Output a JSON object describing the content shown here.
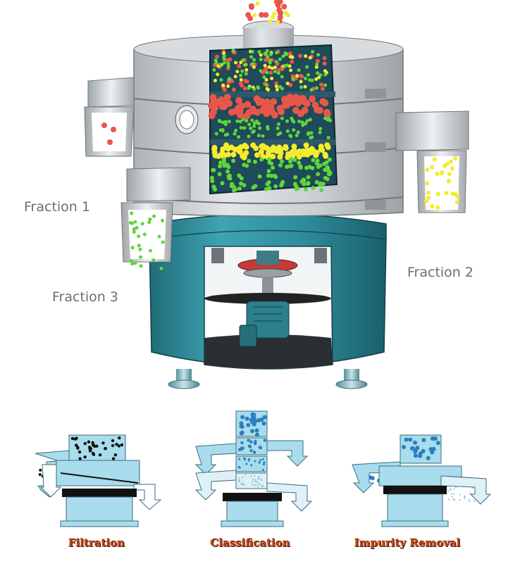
{
  "labels": {
    "fraction_1": "Fraction 1",
    "fraction_2": "Fraction 2",
    "fraction_3": "Fraction 3"
  },
  "captions": {
    "filtration": "Filtration",
    "classification": "Classification",
    "impurity_removal": "Impurity Removal"
  },
  "colors": {
    "steel": "#c9cdd0",
    "steel_dark": "#8f9599",
    "base_teal": "#2e8c9c",
    "base_teal_dark": "#1f6c78",
    "chamber": "#1e4a5a",
    "red_particle": "#e8564a",
    "yellow_particle": "#f4ec2c",
    "green_particle": "#5ed63a",
    "diagram_blue": "#a9dcec",
    "caption_red": "#c8400e"
  }
}
